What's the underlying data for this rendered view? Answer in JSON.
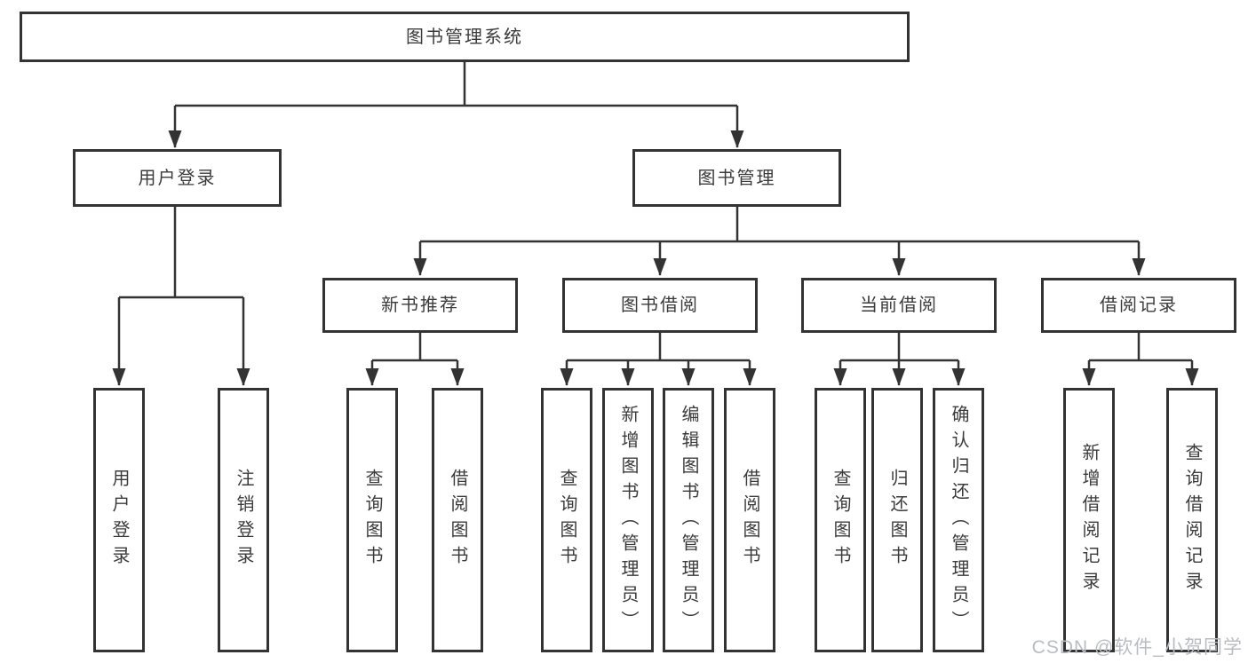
{
  "diagram": {
    "title": "图书管理系统",
    "root": {
      "label": "图书管理系统"
    },
    "level2": {
      "user_login": {
        "label": "用户登录"
      },
      "book_management": {
        "label": "图书管理"
      }
    },
    "level3": {
      "new_book_recommend": {
        "label": "新书推荐"
      },
      "book_borrow": {
        "label": "图书借阅"
      },
      "current_borrow": {
        "label": "当前借阅"
      },
      "borrow_records": {
        "label": "借阅记录"
      }
    },
    "leaves": {
      "user_login_leaf": {
        "label": "用户登录"
      },
      "logout": {
        "label": "注销登录"
      },
      "rec_query_book": {
        "label": "查询图书"
      },
      "rec_borrow_book": {
        "label": "借阅图书"
      },
      "bb_query_book": {
        "label": "查询图书"
      },
      "bb_add_book": {
        "label": "新增图书（管理员）"
      },
      "bb_edit_book": {
        "label": "编辑图书（管理员）"
      },
      "bb_borrow_book": {
        "label": "借阅图书"
      },
      "cb_query_book": {
        "label": "查询图书"
      },
      "cb_return_book": {
        "label": "归还图书"
      },
      "cb_confirm_return": {
        "label": "确认归还（管理员）"
      },
      "br_add_record": {
        "label": "新增借阅记录"
      },
      "br_query_record": {
        "label": "查询借阅记录"
      }
    }
  },
  "watermark": {
    "text": "CSDN @软件_小贺同学"
  },
  "colors": {
    "line": "#333333",
    "box_border": "#333333",
    "text": "#3b3b3b",
    "background": "#ffffff",
    "watermark": "#b9bdc3"
  }
}
